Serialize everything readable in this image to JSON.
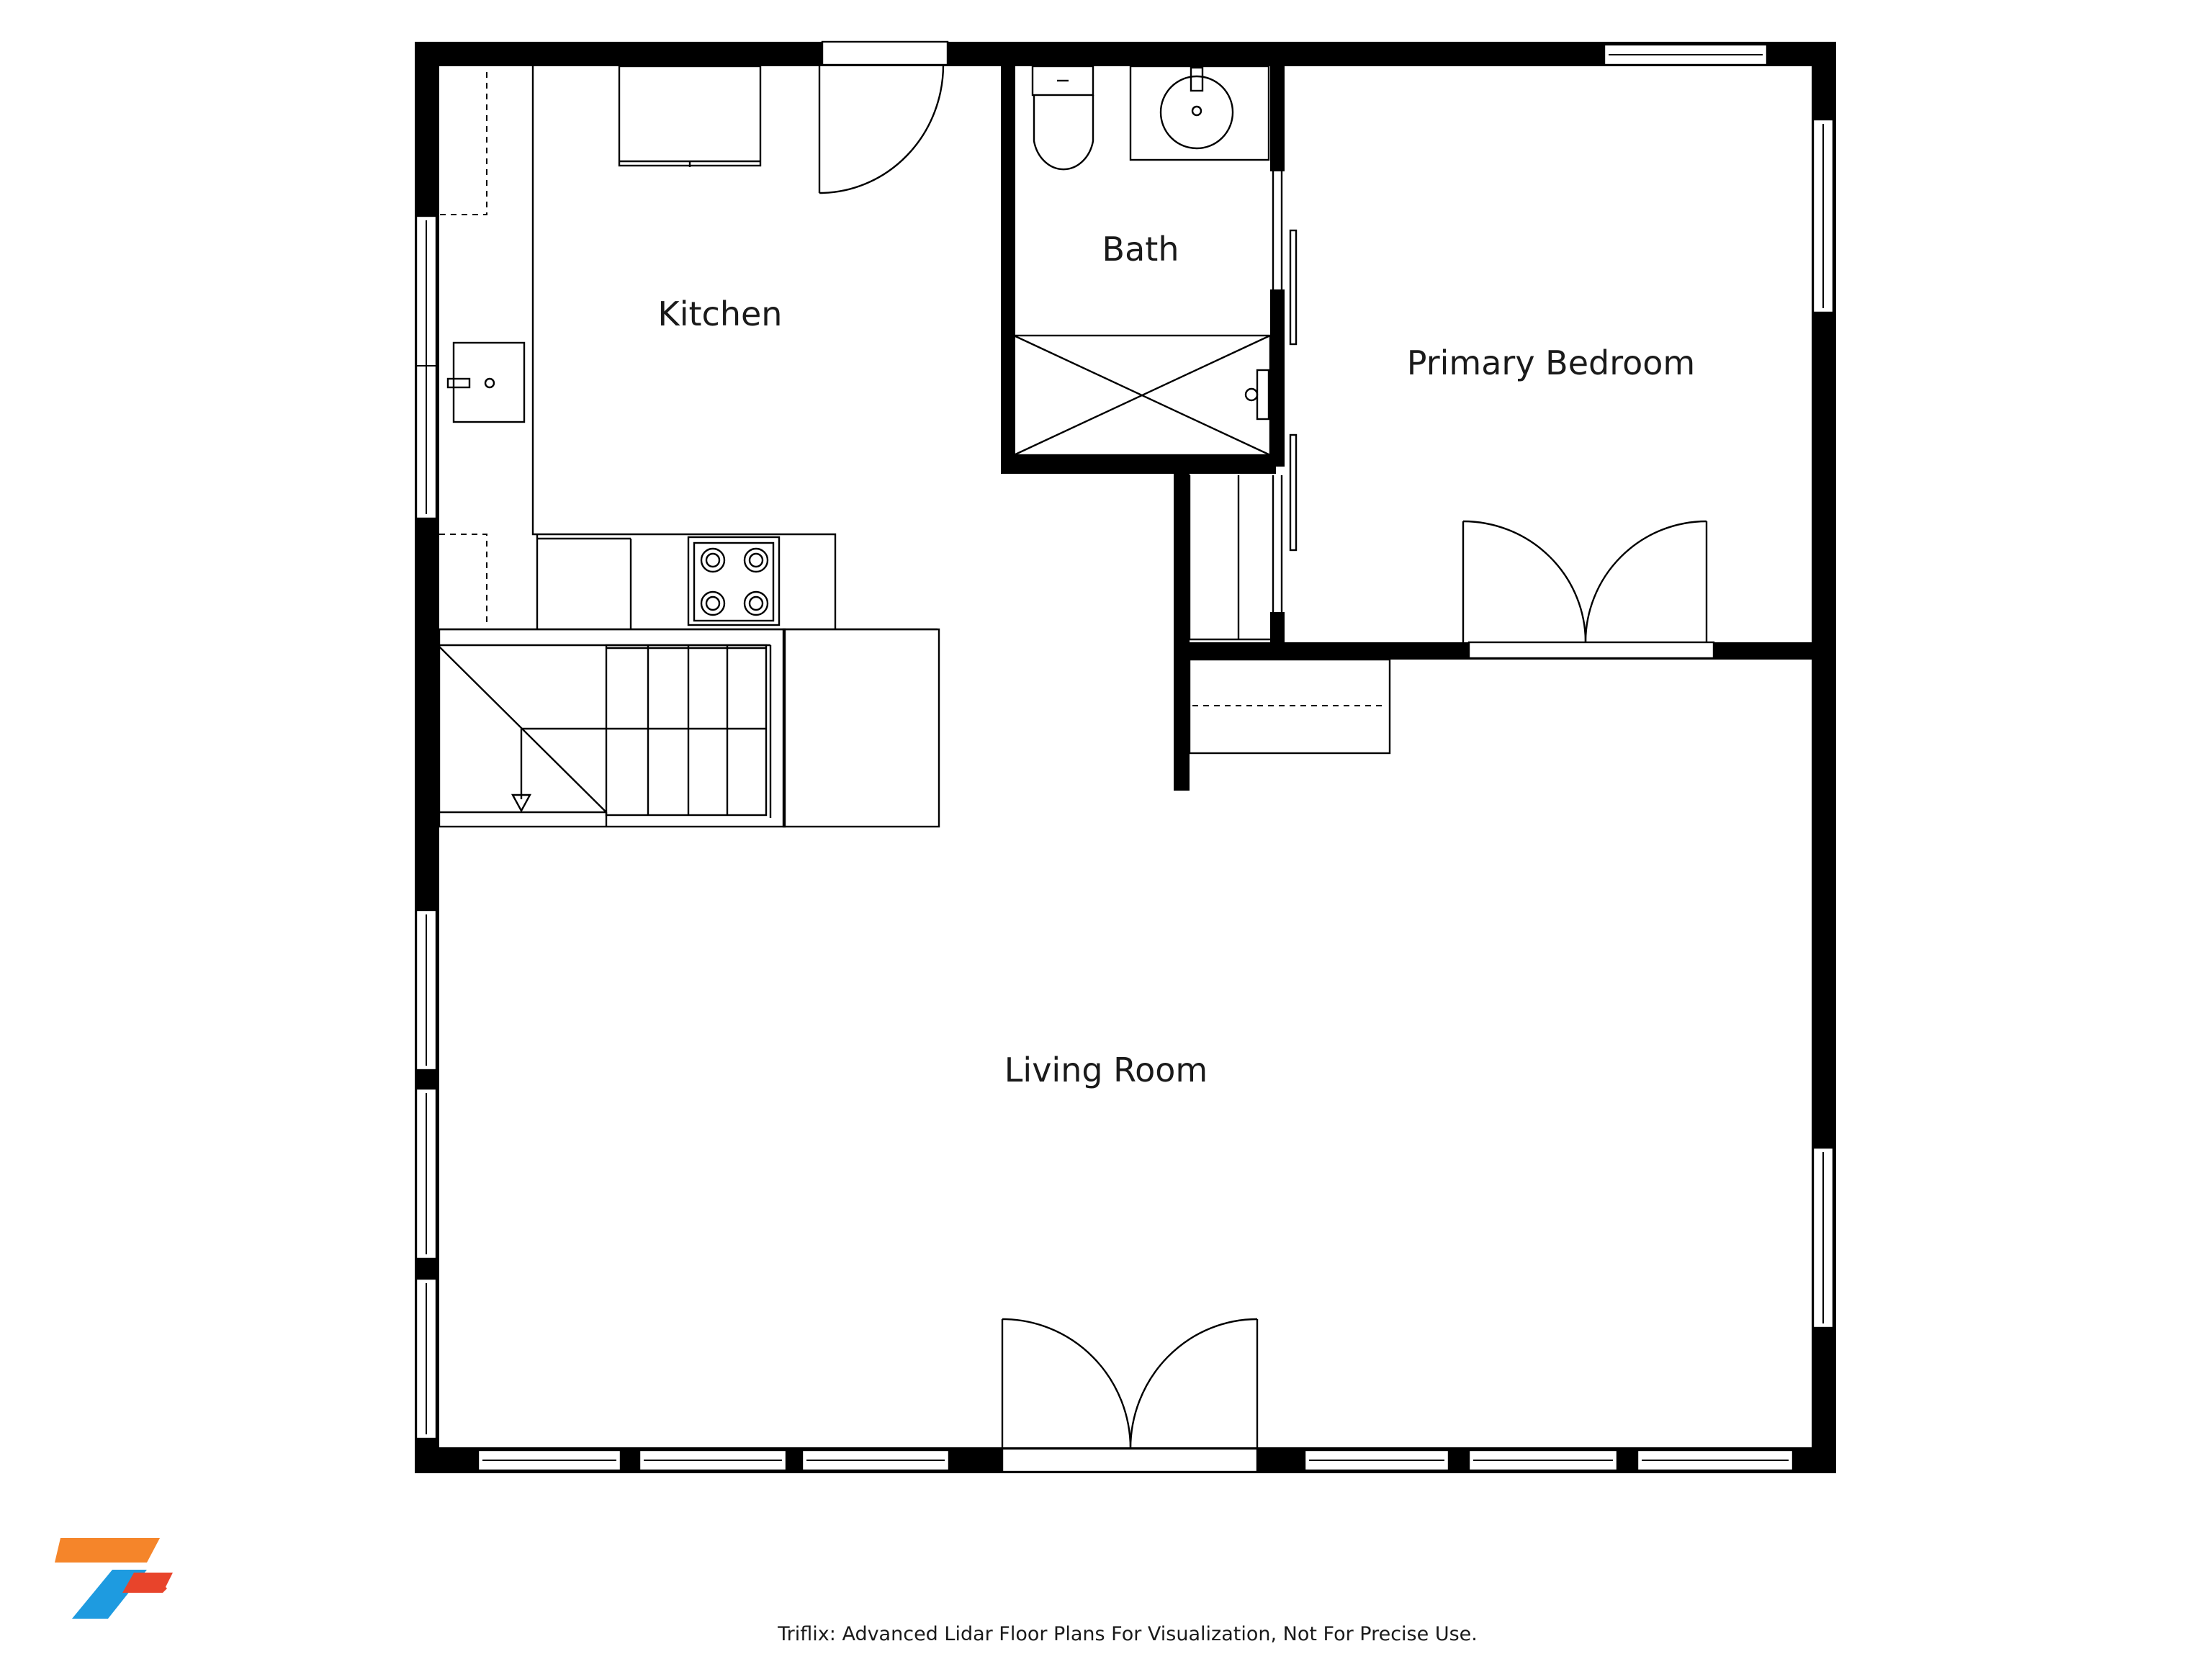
{
  "rooms": {
    "kitchen": "Kitchen",
    "bath": "Bath",
    "primary_bedroom": "Primary Bedroom",
    "living_room": "Living Room"
  },
  "footer": {
    "disclaimer": "Triflix: Advanced Lidar Floor Plans For Visualization, Not For Precise Use."
  },
  "logo": {
    "name": "triflix-logo-icon",
    "colors": {
      "orange": "#F5852A",
      "blue": "#1E9BE0",
      "red": "#E8442B"
    }
  },
  "colors": {
    "wall": "#000000",
    "background": "#ffffff"
  }
}
